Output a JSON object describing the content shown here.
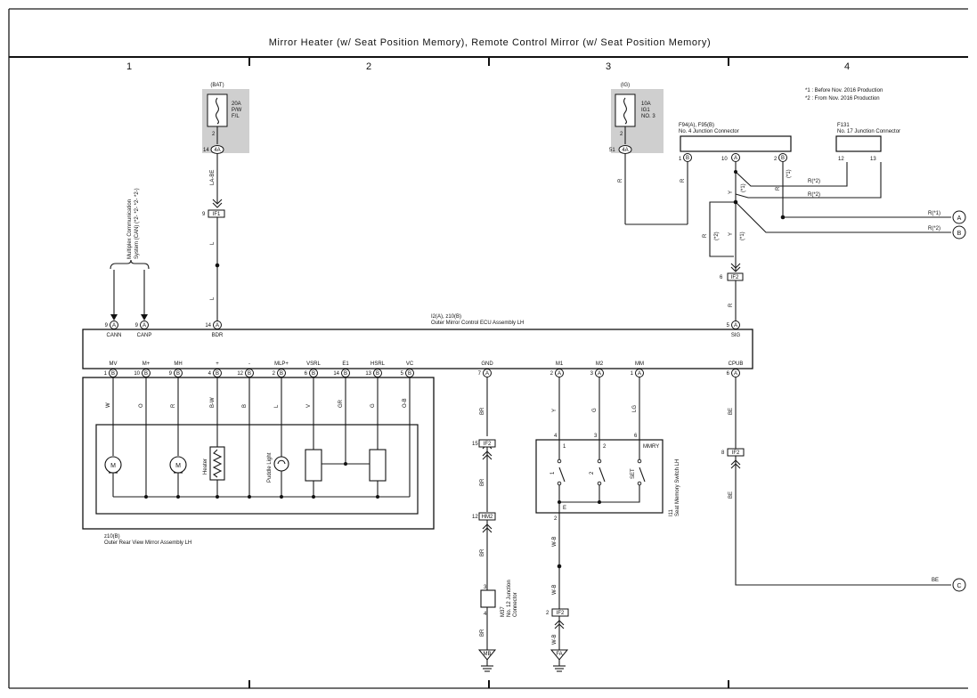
{
  "title": "Mirror Heater (w/ Seat Position Memory),  Remote Control Mirror (w/ Seat Position Memory)",
  "columns": [
    "1",
    "2",
    "3",
    "4"
  ],
  "notes": [
    "*1 : Before Nov.  2016 Production",
    "*2 : From Nov.  2016 Production"
  ],
  "fuse_bat": {
    "supply": "(BAT)",
    "amp": "20A",
    "name": "P/W",
    "name2": "F/L",
    "pin_top": "2",
    "pin_side": "14",
    "conn": "4A"
  },
  "fuse_ig": {
    "supply": "(IG)",
    "amp": "10A",
    "name": "IG1",
    "name2": "NO. 3",
    "pin_top": "2",
    "pin_side": "51",
    "conn": "4A"
  },
  "jc4": {
    "label": "F94(A), F95(B)",
    "name": "No. 4 Junction Connector",
    "pins": [
      "1",
      "10",
      "2"
    ],
    "letters": [
      "B",
      "A",
      "B"
    ]
  },
  "jc17": {
    "label": "F131",
    "name": "No. 17 Junction Connector",
    "pins": [
      "12",
      "13"
    ]
  },
  "multiplex": {
    "line1": "Multiplex Communication",
    "line2": "System (CAN) (*2- *2- *2- *2-)"
  },
  "ecu": {
    "label": "I2(A), z10(B)",
    "name": "Outer Mirror Control ECU Assembly LH",
    "top_pins": [
      {
        "name": "CANN",
        "num": "9",
        "conn": "A"
      },
      {
        "name": "CANP",
        "num": "9",
        "conn": "A"
      },
      {
        "name": "BDR",
        "num": "14",
        "conn": "A"
      },
      {
        "name": "SIG",
        "num": "5",
        "conn": "A"
      }
    ],
    "bottom_pins": [
      {
        "name": "MV",
        "num": "1",
        "conn": "B",
        "wire": "W"
      },
      {
        "name": "M+",
        "num": "10",
        "conn": "B",
        "wire": "O"
      },
      {
        "name": "MH",
        "num": "9",
        "conn": "B",
        "wire": "R"
      },
      {
        "name": "+",
        "num": "4",
        "conn": "B",
        "wire": "B-W"
      },
      {
        "name": "-",
        "num": "12",
        "conn": "B",
        "wire": "B"
      },
      {
        "name": "MLP+",
        "num": "2",
        "conn": "B",
        "wire": "L"
      },
      {
        "name": "VSRL",
        "num": "6",
        "conn": "B",
        "wire": "V"
      },
      {
        "name": "E1",
        "num": "14",
        "conn": "B",
        "wire": "GR"
      },
      {
        "name": "HSRL",
        "num": "13",
        "conn": "B",
        "wire": "G"
      },
      {
        "name": "VC",
        "num": "5",
        "conn": "B",
        "wire": "O-B"
      },
      {
        "name": "GND",
        "num": "7",
        "conn": "A",
        "wire": "BR"
      },
      {
        "name": "M1",
        "num": "2",
        "conn": "A",
        "wire": "Y"
      },
      {
        "name": "M2",
        "num": "3",
        "conn": "A",
        "wire": "G"
      },
      {
        "name": "MM",
        "num": "1",
        "conn": "A",
        "wire": "LG"
      },
      {
        "name": "CPUB",
        "num": "6",
        "conn": "A",
        "wire": "BE"
      }
    ]
  },
  "mirror": {
    "label": "z10(B)",
    "name": "Outer Rear View Mirror Assembly LH",
    "heater": "Heater",
    "puddle": "Puddle Light",
    "motor": "M"
  },
  "seat_switch": {
    "label": "I11",
    "name": "Seat Memory Switch LH",
    "pins": [
      "4",
      "3",
      "6"
    ],
    "terms": [
      "1",
      "2",
      "MMRY"
    ],
    "switches": [
      "1",
      "2",
      "SET"
    ],
    "e": "E",
    "e_pin": "2"
  },
  "inline": {
    "if1": {
      "num": "9",
      "conn": "IF1"
    },
    "if2_sig": {
      "num": "6",
      "conn": "IF2"
    },
    "if2_gnd": {
      "num": "15",
      "conn": "IF2"
    },
    "if2_cpub": {
      "num": "8",
      "conn": "IF2"
    },
    "hm2": {
      "num": "12",
      "conn": "HM2"
    },
    "if2_e": {
      "num": "2",
      "conn": "IF2"
    }
  },
  "jc12": {
    "label": "M37",
    "name": "No. 12 Junction",
    "name2": "Connector",
    "pin_top": "3",
    "pin_bot": "4"
  },
  "wires": {
    "la_be": "LA-BE",
    "l": "L",
    "r": "R",
    "y": "Y",
    "br": "BR",
    "w_b": "W-B",
    "be": "BE",
    "r1": "R(*1)",
    "r2": "R(*2)",
    "s1": "(*1)",
    "s2": "(*2)"
  },
  "offpage": [
    {
      "id": "A",
      "label": "R(*1)"
    },
    {
      "id": "B",
      "label": "R(*2)"
    },
    {
      "id": "C",
      "label": "BE"
    }
  ],
  "grounds": [
    "MB",
    "FA"
  ]
}
